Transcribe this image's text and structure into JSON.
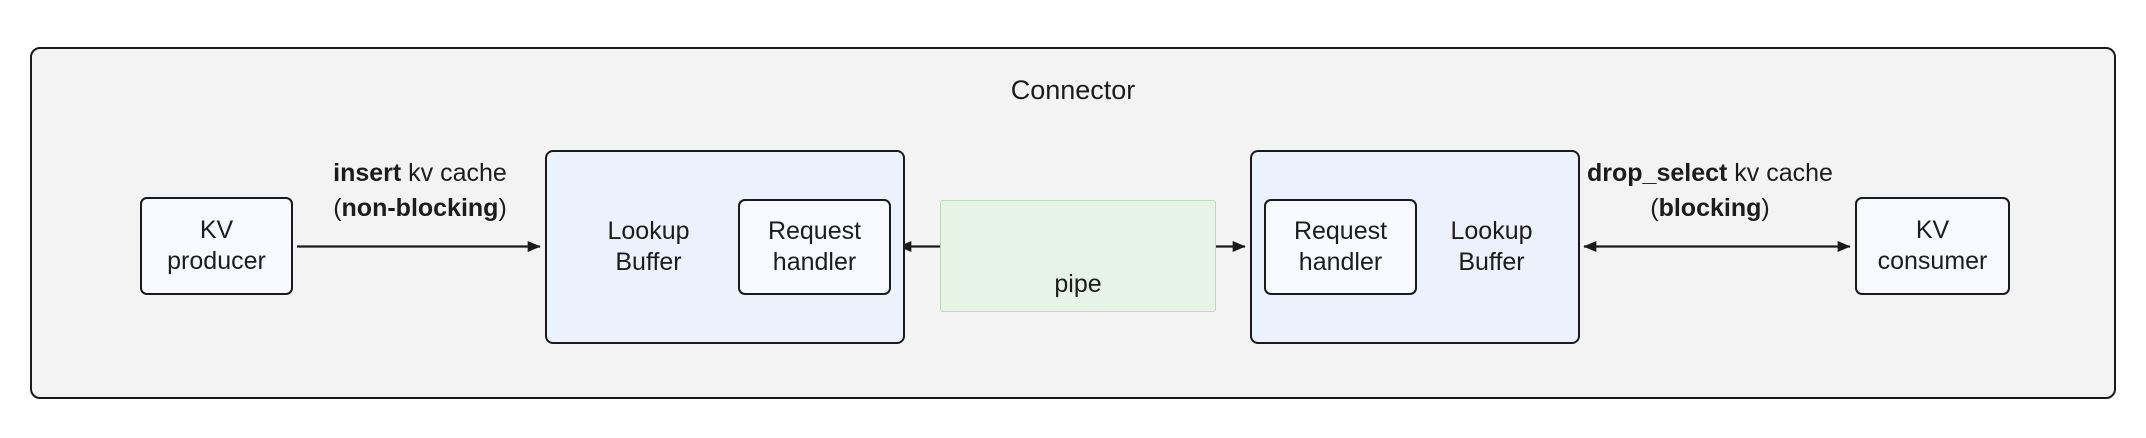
{
  "colors": {
    "canvas_bg": "#ffffff",
    "connector_bg": "#f3f3f3",
    "buffer_bg": "#edf1fb",
    "node_bg": "#f7f9ff",
    "pipe_bg": "#e7f3e7",
    "pipe_border": "#bdd7bd",
    "border": "#1a1a1a",
    "text": "#1c1c1c"
  },
  "connector": {
    "title": "Connector"
  },
  "nodes": {
    "kv_producer": "KV\nproducer",
    "lookup_buffer_left": "Lookup\nBuffer",
    "request_handler_left": "Request\nhandler",
    "pipe": "pipe",
    "request_handler_right": "Request\nhandler",
    "lookup_buffer_right": "Lookup\nBuffer",
    "kv_consumer": "KV\nconsumer"
  },
  "edge_labels": {
    "insert": {
      "bold": "insert",
      "rest": " kv cache",
      "paren_open": "(",
      "bold2": "non-blocking",
      "paren_close": ")"
    },
    "drop_select": {
      "bold": "drop_select",
      "rest": " kv cache",
      "paren_open": "(",
      "bold2": "blocking",
      "paren_close": ")"
    }
  }
}
